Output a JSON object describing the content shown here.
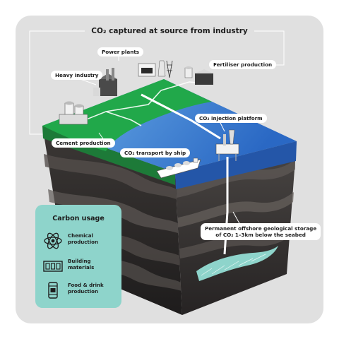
{
  "diagram": {
    "title": "CO₂ captured at source from industry",
    "labels": {
      "power_plants": "Power plants",
      "heavy_industry": "Heavy industry",
      "fertiliser_production": "Fertiliser production",
      "cement_production": "Cement production",
      "injection_platform": "CO₂ injection platform",
      "transport_by_ship": "CO₂ transport by ship",
      "storage_line1": "Permanent offshore geological storage",
      "storage_line2": "of CO₂ 1–3km below the seabed"
    },
    "carbon_usage": {
      "title": "Carbon usage",
      "items": [
        {
          "line1": "Chemical",
          "line2": "production",
          "icon": "atom-icon"
        },
        {
          "line1": "Building",
          "line2": "materials",
          "icon": "bricks-icon"
        },
        {
          "line1": "Food & drink",
          "line2": "production",
          "icon": "can-icon"
        }
      ]
    },
    "colors": {
      "background": "#e0e0e0",
      "land": "#21a84a",
      "sea": "#2f72cc",
      "rock": "#33302f",
      "storage": "#8ed4cb",
      "carbon_panel": "#8ed4cb"
    }
  }
}
